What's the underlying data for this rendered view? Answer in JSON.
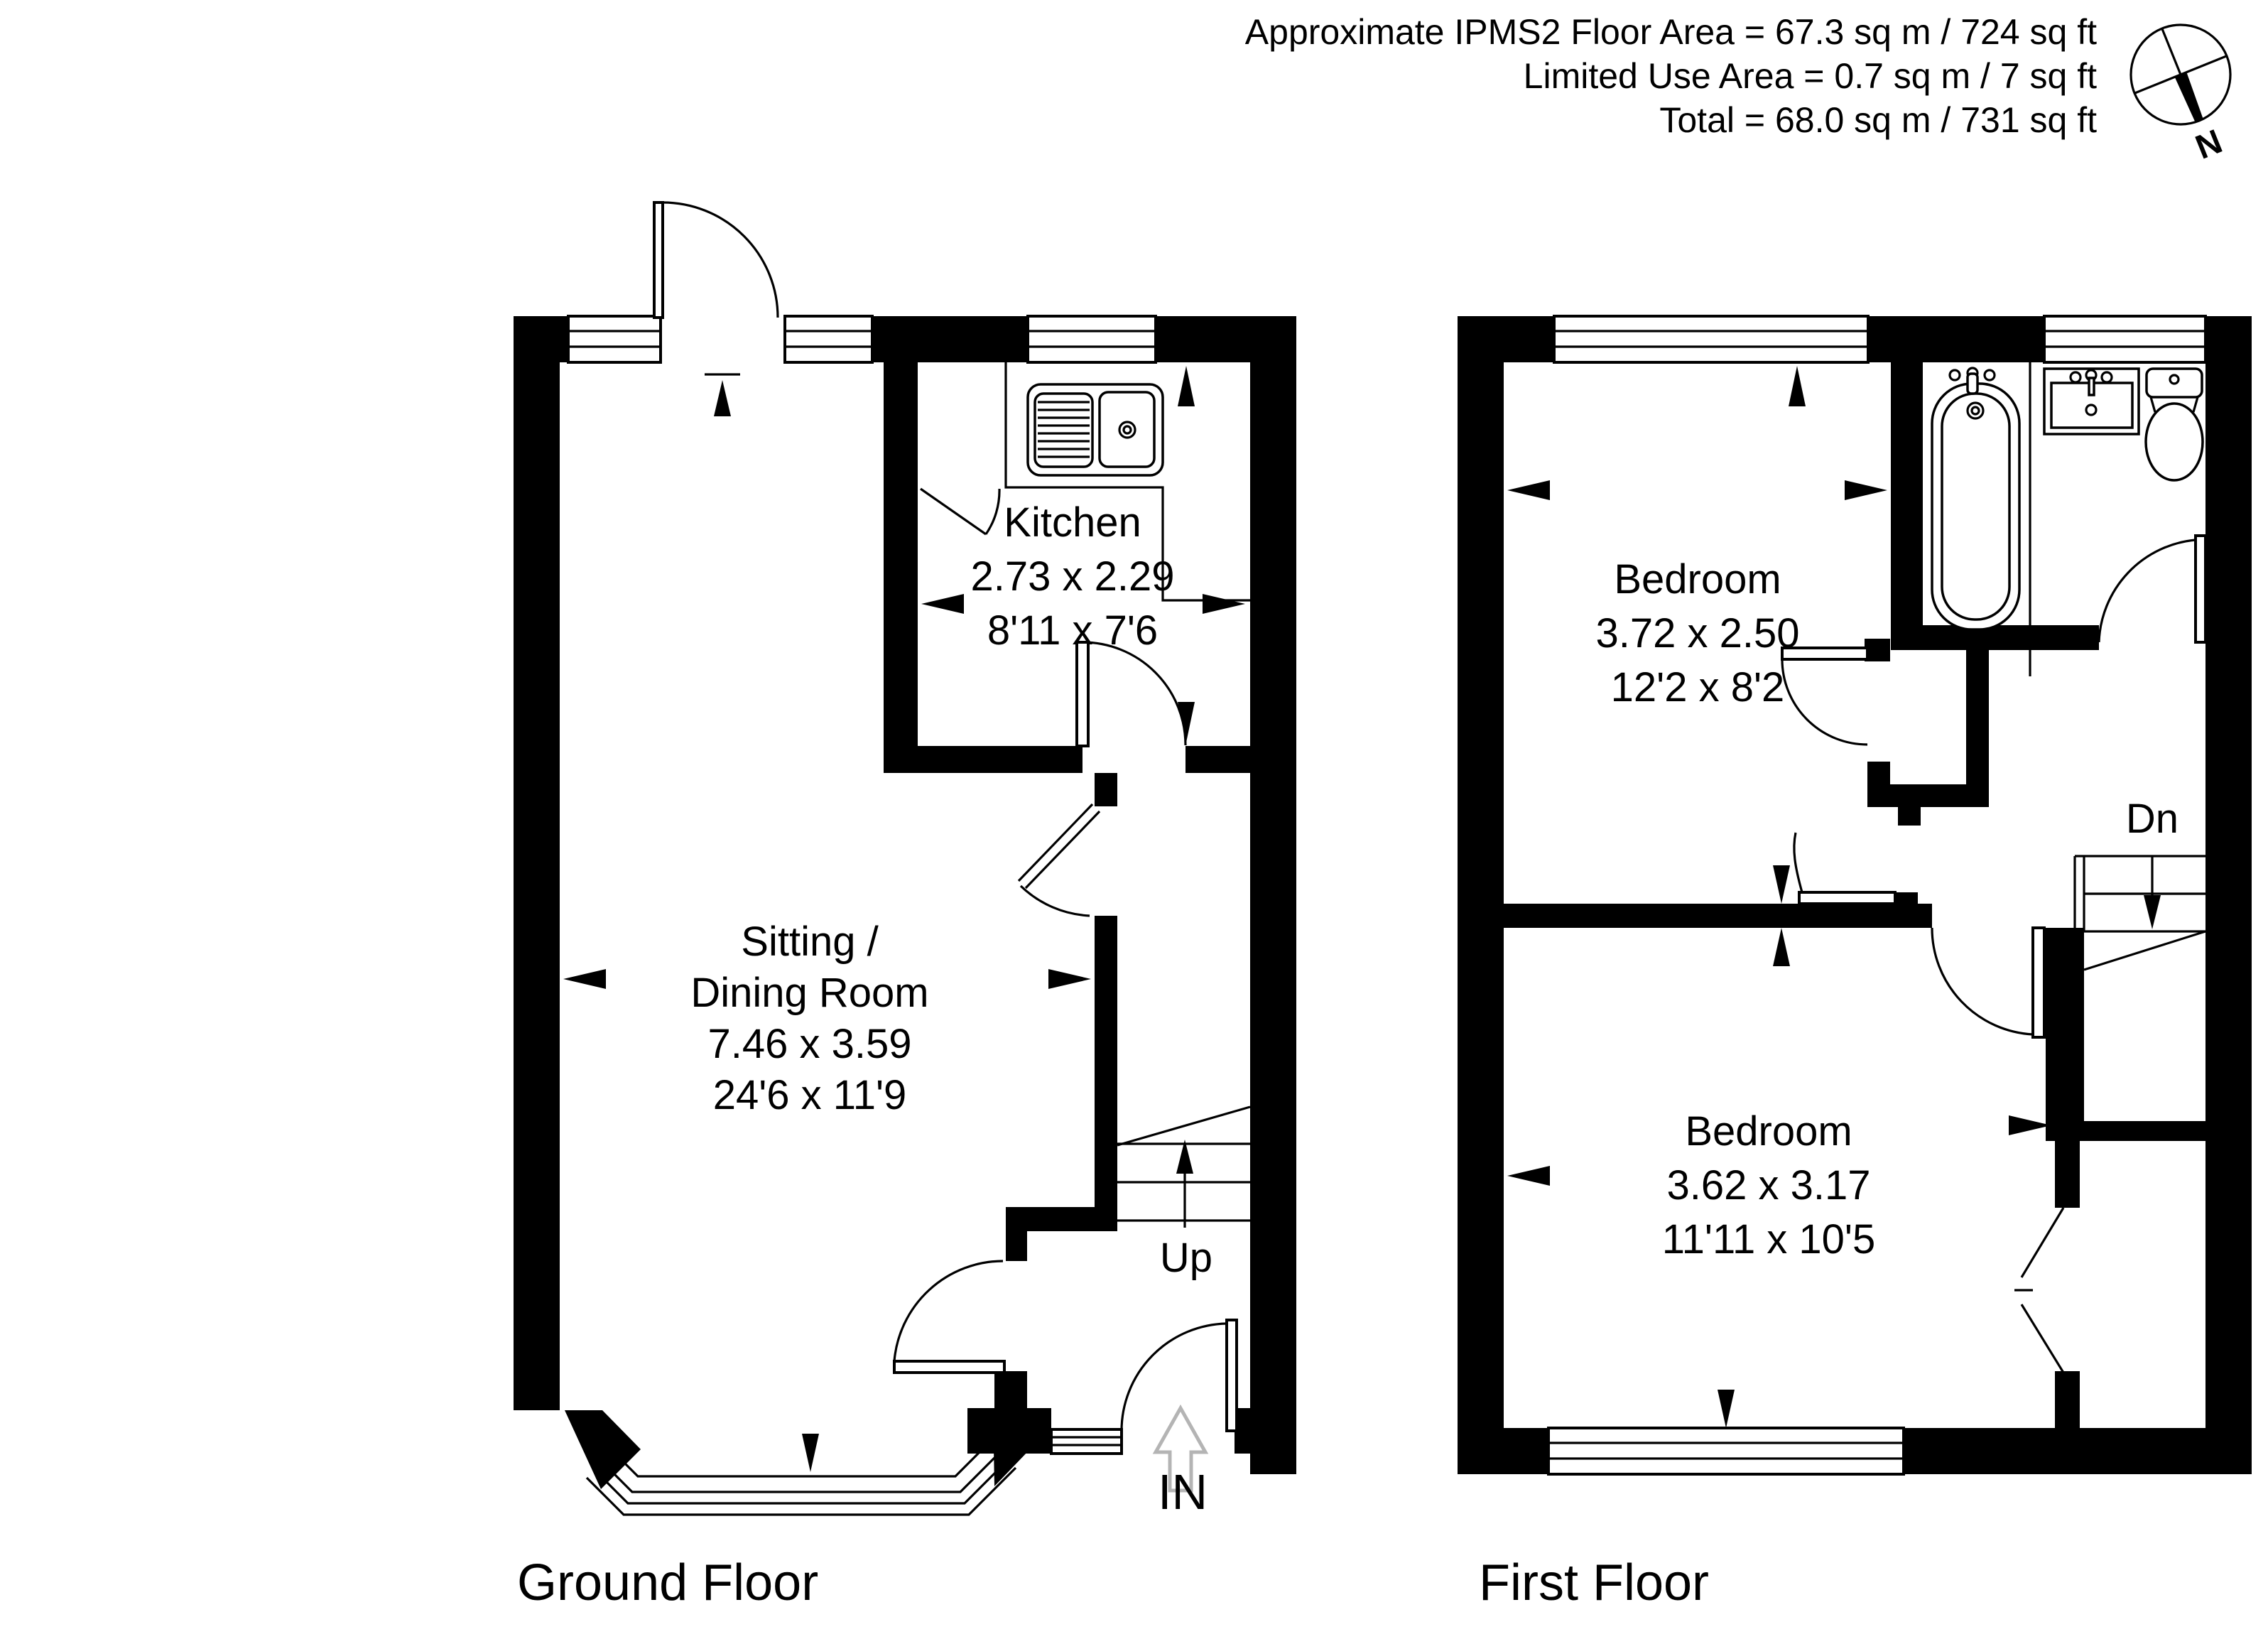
{
  "header": {
    "line1": "Approximate IPMS2 Floor Area = 67.3 sq m / 724 sq ft",
    "line2": "Limited Use Area = 0.7 sq m / 7 sq ft",
    "line3": "Total = 68.0 sq m / 731 sq ft"
  },
  "compass": {
    "label": "N"
  },
  "ground_floor": {
    "title": "Ground Floor",
    "sitting_room": {
      "name_line1": "Sitting /",
      "name_line2": "Dining Room",
      "dims_metric": "7.46 x 3.59",
      "dims_imperial": "24'6 x 11'9"
    },
    "kitchen": {
      "name": "Kitchen",
      "dims_metric": "2.73 x 2.29",
      "dims_imperial": "8'11 x 7'6"
    },
    "stairs_label": "Up",
    "entrance_label": "IN"
  },
  "first_floor": {
    "title": "First Floor",
    "bedroom1": {
      "name": "Bedroom",
      "dims_metric": "3.72 x 2.50",
      "dims_imperial": "12'2 x 8'2"
    },
    "bedroom2": {
      "name": "Bedroom",
      "dims_metric": "3.62 x 3.17",
      "dims_imperial": "11'11 x 10'5"
    },
    "stairs_label": "Dn"
  }
}
